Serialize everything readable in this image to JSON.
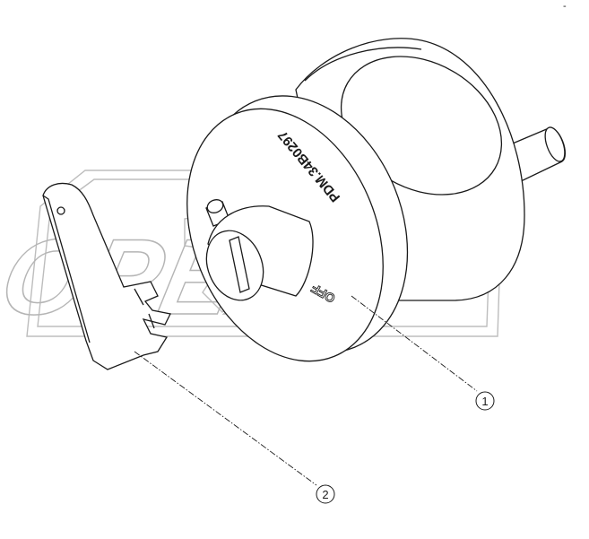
{
  "drawing": {
    "part_marking": "PDM.34B0297",
    "switch_marking": "OFF",
    "watermark": "OPEX",
    "corner_mark": "-",
    "callouts": [
      {
        "label": "1"
      },
      {
        "label": "2"
      }
    ]
  }
}
